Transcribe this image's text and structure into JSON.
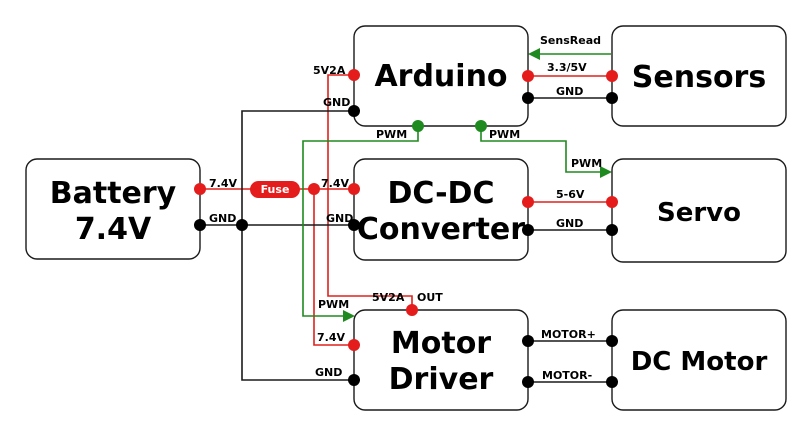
{
  "colors": {
    "power_wire": "#e0201c",
    "ground_wire": "#1a1a1a",
    "signal_wire": "#1f8a1f",
    "fuse": "#e51c1c",
    "block_border": "#1a1a1a"
  },
  "blocks": {
    "arduino": "Arduino",
    "sensors": "Sensors",
    "battery_line1": "Battery",
    "battery_line2": "7.4V",
    "dcdc_line1": "DC-DC",
    "dcdc_line2": "Converter",
    "servo": "Servo",
    "motor_driver_line1": "Motor",
    "motor_driver_line2": "Driver",
    "dc_motor": "DC Motor"
  },
  "fuse": {
    "label": "Fuse"
  },
  "labels": {
    "sensread": "SensRead",
    "sensor_power": "3.3/5V",
    "sensor_gnd": "GND",
    "arduino_5v2a": "5V2A",
    "arduino_gnd": "GND",
    "pwm_left": "PWM",
    "pwm_right": "PWM",
    "servo_pwm": "PWM",
    "battery_7v4": "7.4V",
    "battery_gnd": "GND",
    "dcdc_7v4": "7.4V",
    "dcdc_gnd": "GND",
    "servo_power": "5-6V",
    "servo_gnd": "GND",
    "md_5v2a": "5V2A",
    "md_out": "OUT",
    "md_pwm": "PWM",
    "md_7v4": "7.4V",
    "md_gnd": "GND",
    "motor_plus": "MOTOR+",
    "motor_minus": "MOTOR-"
  }
}
